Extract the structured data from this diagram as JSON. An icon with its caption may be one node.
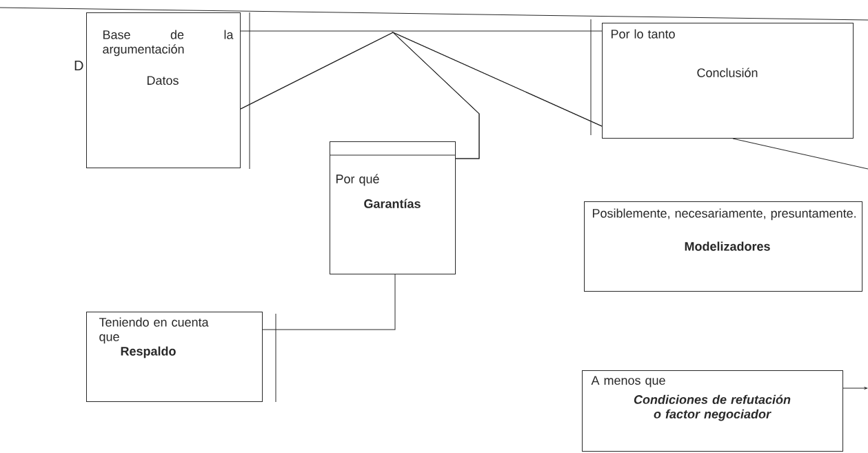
{
  "diagram": {
    "nodes": [
      {
        "text": [
          "Base de la argumentación",
          "Datos"
        ],
        "beside": [
          "D"
        ]
      },
      {
        "text": [
          "Por qué",
          "Garantías"
        ]
      },
      {
        "text": [
          "Por lo tanto",
          "Conclusión"
        ]
      },
      {
        "text": [
          "Posiblemente, necesariamente, presuntamente.",
          "Modelizadores"
        ]
      },
      {
        "text": [
          "Teniendo en cuenta que",
          "Respaldo"
        ]
      },
      {
        "text": [
          "A menos que",
          "Condiciones de refutación o factor negociador"
        ]
      }
    ],
    "edges": [
      {
        "from": 0,
        "to": 2,
        "arrow": "none"
      },
      {
        "from": 0,
        "to": 2,
        "arrow": "none"
      },
      {
        "from": 1,
        "to": 0,
        "arrow": "none"
      },
      {
        "from": 1,
        "to": 2,
        "arrow": "none"
      },
      {
        "from": 4,
        "to": 1,
        "arrow": "none"
      },
      {
        "from": 2,
        "to": null,
        "arrow": "none"
      },
      {
        "from": 5,
        "to": null,
        "arrow": "to"
      }
    ]
  }
}
